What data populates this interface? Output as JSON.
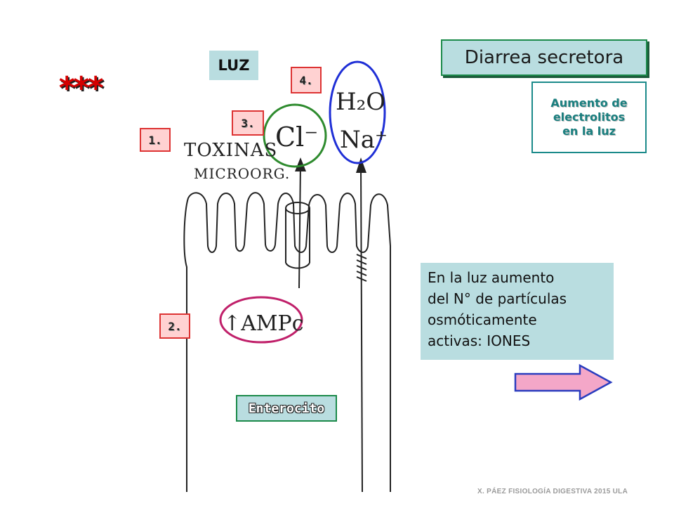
{
  "title": "Diarrea secretora",
  "electrolytes_note": "Aumento de\nelectrolitos\nen la luz",
  "lumen_label": "LUZ",
  "stars": "***",
  "steps": [
    "1.",
    "2.",
    "3.",
    "4."
  ],
  "handwritten": {
    "toxins_line1": "TOXINAS",
    "toxins_line2": "MICROORG.",
    "chloride": "Cl⁻",
    "water": "H₂O",
    "sodium": "Na⁺",
    "camp": "↑AMPc"
  },
  "info_text": "En la luz aumento\ndel N° de partículas\nosmóticamente\nactivas: IONES",
  "cell_label": "Enterocito",
  "footer": "X. PÁEZ   FISIOLOGÍA DIGESTIVA 2015  ULA",
  "colors": {
    "box_fill": "#b9dde0",
    "box_border": "#1b8a4a",
    "chloride_circle": "#2e8b2e",
    "water_sodium_ellipse": "#1f2fd6",
    "camp_ellipse": "#c0206a",
    "arrow_fill": "#f4a7c8",
    "stars": "#d40000"
  }
}
